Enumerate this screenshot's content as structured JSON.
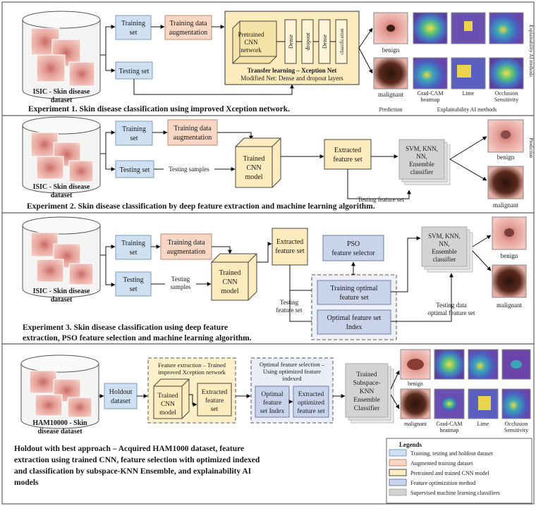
{
  "colors": {
    "blue_box": "#cfe0f1",
    "blue_border": "#7a9cc6",
    "orange_box": "#f7d7c4",
    "yellow_box": "#fcebbd",
    "purple_box": "#c9d3ea",
    "grey_box": "#d3d3d3",
    "skin_pink": "#e9a9a0",
    "lesion_dark": "#3b1e16",
    "heatmap_purple": "#6b4fb0",
    "heatmap_yellow": "#e9d44c"
  },
  "exp1": {
    "dataset_line1": "ISIC - Skin disease",
    "dataset_line2": "dataset",
    "training_line1": "Training",
    "training_line2": "set",
    "testing": "Testing set",
    "aug_line1": "Training data",
    "aug_line2": "augmentation",
    "pretrained_line1": "Pretrained",
    "pretrained_line2": "CNN",
    "pretrained_line3": "network",
    "dense1": "Dense",
    "dropout1": "dropout",
    "dense2": "Dense",
    "classification": "classification",
    "transfer_title": "Transfer learning – Xception Net",
    "modified": "Modified Net: Dense and dropout layers",
    "benign": "benign",
    "malignant": "malignant",
    "gradcam_line1": "Grad-CAM",
    "gradcam_line2": "heatmap",
    "lime": "Lime",
    "occlusion_line1": "Occlusion",
    "occlusion_line2": "Sensitivity",
    "prediction": "Prediction",
    "xai_methods": "Explainability AI methods",
    "side_text": "Explainability AI methods",
    "caption": "Experiment 1. Skin disease classification using improved Xception network."
  },
  "exp2": {
    "dataset_line1": "ISIC - Skin disease",
    "dataset_line2": "dataset",
    "training_line1": "Training",
    "training_line2": "set",
    "testing": "Testing set",
    "aug_line1": "Training data",
    "aug_line2": "augmentation",
    "testing_samples": "Testing samples",
    "trained_line1": "Trained",
    "trained_line2": "CNN",
    "trained_line3": "model",
    "extracted_line1": "Extracted",
    "extracted_line2": "feature set",
    "clf_line1": "SVM, KNN,",
    "clf_line2": "NN,",
    "clf_line3": "Ensemble",
    "clf_line4": "classifier",
    "testing_feature": "Testing feature set",
    "benign": "benign",
    "malignant": "malignant",
    "side_text": "Prediction",
    "caption": "Experiment 2. Skin disease classification by deep feature extraction and machine learning algorithm."
  },
  "exp3": {
    "dataset_line1": "ISIC - Skin disease",
    "dataset_line2": "dataset",
    "training_line1": "Training",
    "training_line2": "set",
    "testing_line1": "Testing",
    "testing_line2": "set",
    "aug_line1": "Training data",
    "aug_line2": "augmentation",
    "testing_samples_line1": "Testing",
    "testing_samples_line2": "samples",
    "trained_line1": "Trained",
    "trained_line2": "CNN",
    "trained_line3": "model",
    "extracted_line1": "Extracted",
    "extracted_line2": "feature set",
    "pso_line1": "PSO",
    "pso_line2": "feature selector",
    "training_opt_line1": "Training optimal",
    "training_opt_line2": "feature set",
    "opt_index_line1": "Optimal feature set",
    "opt_index_line2": "Index",
    "testing_feature_line1": "Testing",
    "testing_feature_line2": "feature set",
    "clf_line1": "SVM, KNN,",
    "clf_line2": "NN,",
    "clf_line3": "Ensemble",
    "clf_line4": "classifier",
    "testing_data_line1": "Testing data",
    "testing_data_line2": "optimal feature set",
    "benign": "benign",
    "malignant": "malignant",
    "caption_line1": "Experiment 3. Skin disease classification using deep feature",
    "caption_line2": "extraction, PSO feature selection and machine learning algorithm."
  },
  "holdout": {
    "dataset_line1": "HAM10000 - Skin",
    "dataset_line2": "disease dataset",
    "holdout_line1": "Holdout",
    "holdout_line2": "dataset",
    "feature_title_line1": "Feature extraction – Trained",
    "feature_title_line2": "improved Xception network",
    "trained_line1": "Trained",
    "trained_line2": "CNN",
    "trained_line3": "model",
    "extracted_line1": "Extracted",
    "extracted_line2": "feature",
    "extracted_line3": "set",
    "opt_title_line1": "Optimal feature selection –",
    "opt_title_line2": "Using optimized feature",
    "opt_title_line3": "indexed",
    "opt_index_line1": "Optimal",
    "opt_index_line2": "feature",
    "opt_index_line3": "set Index",
    "opt_extracted_line1": "Extracted",
    "opt_extracted_line2": "optimized",
    "opt_extracted_line3": "feature set",
    "clf_line1": "Trained",
    "clf_line2": "Subspace-",
    "clf_line3": "KNN",
    "clf_line4": "Ensemble",
    "clf_line5": "Classifier",
    "benign": "benign",
    "malignant": "malignant",
    "gradcam_line1": "Grad-CAM",
    "gradcam_line2": "heatmap",
    "lime": "Lime",
    "occlusion_line1": "Occlusion",
    "occlusion_line2": "Sensitivity",
    "caption_line1": "Holdout with best approach – Acquired HAM1000 dataset, feature",
    "caption_line2": "extraction using trained CNN, feature selection with optimized indexed",
    "caption_line3": "and classification by subspace-KNN Ensemble, and explainability AI",
    "caption_line4": "models"
  },
  "legend": {
    "title": "Legends",
    "items": [
      "Training, testing and holdout dataset",
      "Augmented training dataset",
      "Pretrained and trained CNN model",
      "Feature optimization method",
      "Supervised machine learning classifiers"
    ]
  }
}
